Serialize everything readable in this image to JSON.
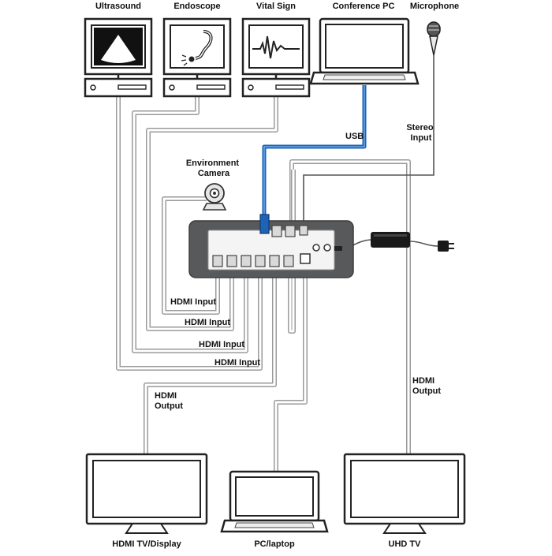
{
  "devices": {
    "ultrasound": "Ultrasound",
    "endoscope": "Endoscope",
    "vital_sign": "Vital Sign",
    "conference_pc": "Conference PC",
    "microphone": "Microphone",
    "camera": "Environment Camera",
    "hdmi_tv": "HDMI TV/Display",
    "pc_laptop": "PC/laptop",
    "uhd_tv": "UHD TV"
  },
  "camera_lines": [
    "Environment",
    "Camera"
  ],
  "connections": {
    "usb": "USB",
    "stereo_input": [
      "Stereo",
      "Input"
    ],
    "hdmi_input_1": "HDMI Input",
    "hdmi_input_2": "HDMI Input",
    "hdmi_input_3": "HDMI Input",
    "hdmi_input_4": "HDMI Input",
    "hdmi_output_left": [
      "HDMI",
      "Output"
    ],
    "hdmi_output_right": [
      "HDMI",
      "Output"
    ]
  },
  "icons": [
    "ultrasound-fan-icon",
    "endoscope-icon",
    "heartbeat-icon",
    "microphone-icon",
    "camera-icon",
    "power-adapter-icon",
    "power-plug-icon"
  ]
}
